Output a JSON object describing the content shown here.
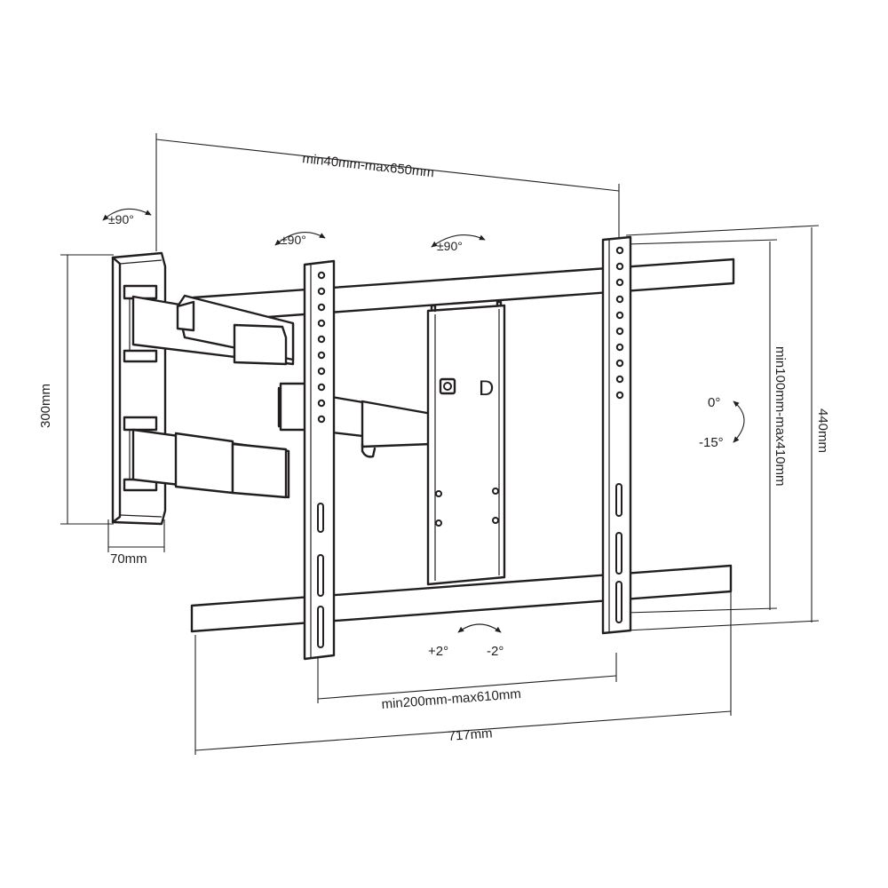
{
  "dimensions": {
    "arm_extension": "min40mm-max650mm",
    "wall_plate_height": "300mm",
    "wall_plate_depth": "70mm",
    "vertical_hole_spacing": "min100mm-max410mm",
    "total_height": "440mm",
    "horizontal_hole_spacing": "min200mm-max610mm",
    "total_width": "717mm"
  },
  "rotations": {
    "wall_swivel": "±90°",
    "arm_swivel": "±90°",
    "head_swivel": "±90°",
    "tilt_top": "0°",
    "tilt_bottom": "-15°",
    "level_left": "+2°",
    "level_right": "-2°"
  },
  "bracket_mark": "D"
}
